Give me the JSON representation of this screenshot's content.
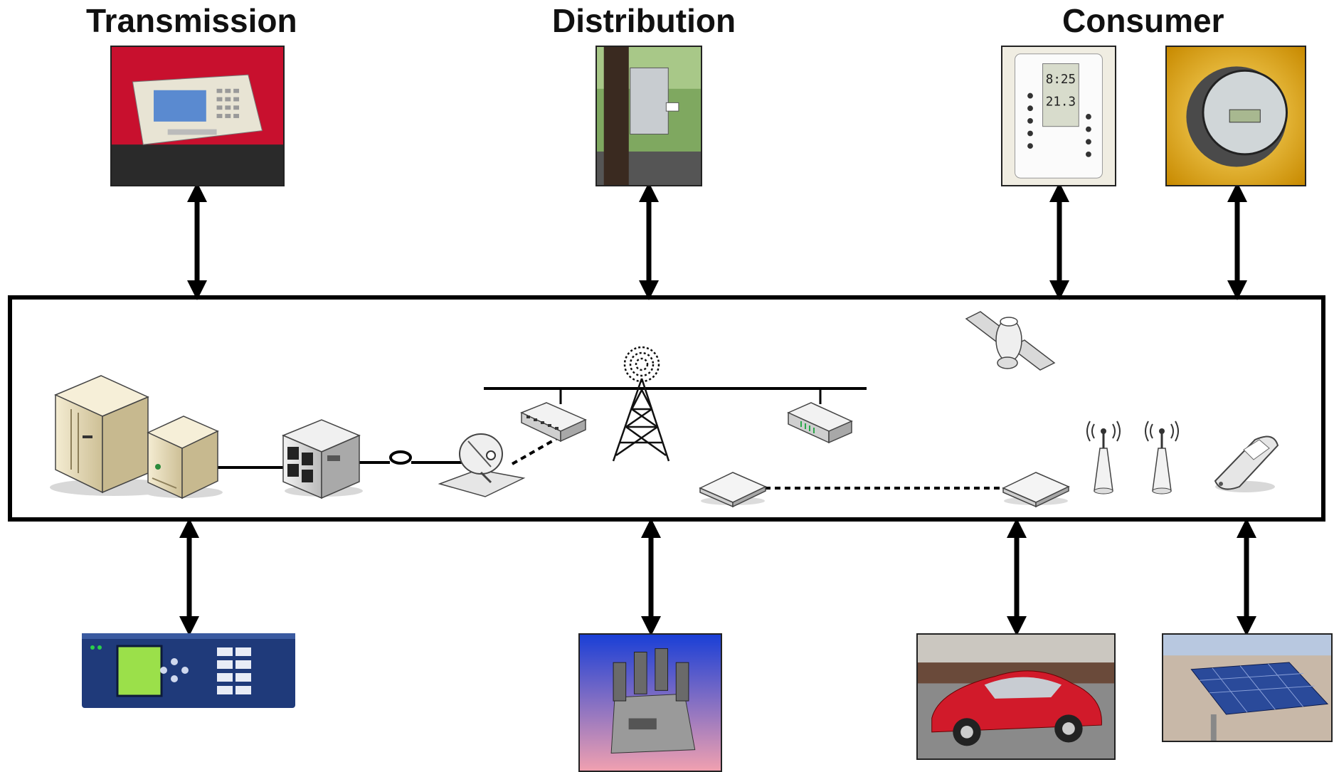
{
  "headings": {
    "transmission": "Transmission",
    "distribution": "Distribution",
    "consumer": "Consumer"
  },
  "thermostat": {
    "time": "8:25",
    "temperature": "21.3"
  },
  "colors": {
    "line": "#000000",
    "network_box_border": "#000000",
    "server_beige": "#e8dcb8",
    "transmission_photo_bg": "#c8102e",
    "meter_photo_bg": "#f0b400",
    "recloser_photo_bg_top": "#1a3fd6",
    "recloser_photo_bg_bottom": "#f0a0b0",
    "relay_panel": "#1f3a7a",
    "relay_screen": "#9be04a",
    "car_red": "#d11a2a",
    "solar_panel": "#2a4a9a"
  },
  "icons": [
    "server-tower-icon",
    "server-small-icon",
    "router-rack-icon",
    "fiber-coil-icon",
    "satellite-dish-icon",
    "network-switch-icon",
    "radio-tower-icon",
    "network-modem-icon",
    "satellite-icon",
    "wireless-bridge-icon",
    "access-point-icon",
    "mobile-phone-icon",
    "double-arrow-icon"
  ]
}
